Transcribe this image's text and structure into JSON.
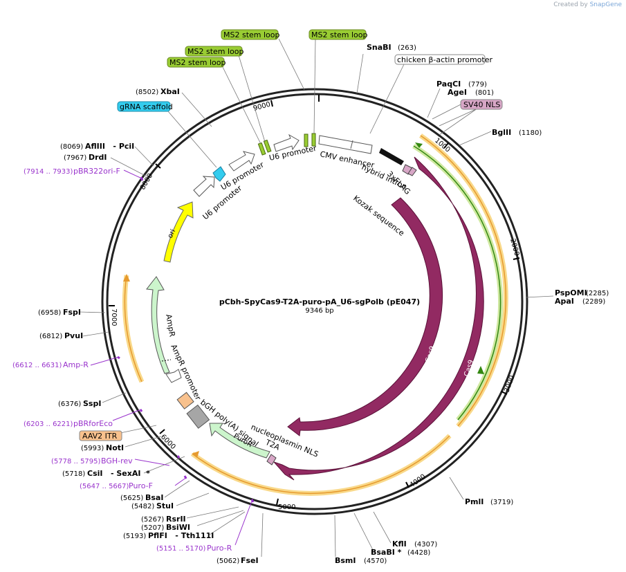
{
  "title": "pCbh-SpyCas9-T2A-puro-pA_U6-sgPolb (pE047)",
  "length_label": "9346 bp",
  "credit": {
    "prefix": "Created by",
    "brand": "SnapGene"
  },
  "colors": {
    "cas9": "#922a62",
    "promoter": "#ffffff",
    "ori": "#ffff00",
    "ampr": "#ccf5cc",
    "puror": "#ccf5cc",
    "bgh": "#a6a6a6",
    "itr": "#f8c18d",
    "ms2": "#99cc33",
    "scaffold": "#33ccee",
    "flag": "#d7a6c6",
    "primer": "#9933cc",
    "orange_track": "#ee9933"
  },
  "features": [
    {
      "label": "CMV enhancer"
    },
    {
      "label": "chicken β-actin promoter"
    },
    {
      "label": "hybrid intron"
    },
    {
      "label": "Kozak sequence"
    },
    {
      "label": "3xFLAG"
    },
    {
      "label": "SV40 NLS"
    },
    {
      "label": "Cas9"
    },
    {
      "label": "Cas9"
    },
    {
      "label": "nucleoplasmin NLS"
    },
    {
      "label": "T2A"
    },
    {
      "label": "PuroR"
    },
    {
      "label": "bGH poly(A) signal"
    },
    {
      "label": "AmpR promoter"
    },
    {
      "label": "AmpR"
    },
    {
      "label": "ori"
    },
    {
      "label": "U6 promoter"
    },
    {
      "label": "U6 promoter"
    },
    {
      "label": "U6 promoter"
    },
    {
      "label": "gRNA scaffold"
    },
    {
      "label": "MS2 stem loop"
    },
    {
      "label": "MS2 stem loop"
    },
    {
      "label": "MS2 stem loop"
    },
    {
      "label": "MS2 stem loop"
    },
    {
      "label": "AAV2 ITR"
    }
  ],
  "ticks": [
    "1000",
    "2000",
    "3000",
    "4000",
    "5000",
    "6000",
    "7000",
    "8000",
    "9000"
  ],
  "enzymes": [
    {
      "name": "SnaBI",
      "pos": "(263)"
    },
    {
      "name": "PaqCI",
      "pos": "(779)"
    },
    {
      "name": "AgeI",
      "pos": "(801)"
    },
    {
      "name": "BglII",
      "pos": "(1180)"
    },
    {
      "name": "PspOMI",
      "pos": "(2285)"
    },
    {
      "name": "ApaI",
      "pos": "(2289)"
    },
    {
      "name": "PmlI",
      "pos": "(3719)"
    },
    {
      "name": "KflI",
      "pos": "(4307)"
    },
    {
      "name": "BsaBI  *",
      "pos": "(4428)"
    },
    {
      "name": "BsmI",
      "pos": "(4570)"
    },
    {
      "name": "FseI",
      "pos": "(5062)"
    },
    {
      "name": "PflFI   - Tth111I",
      "pos": "(5193)"
    },
    {
      "name": "BsiWI",
      "pos": "(5207)"
    },
    {
      "name": "RsrII",
      "pos": "(5267)"
    },
    {
      "name": "StuI",
      "pos": "(5482)"
    },
    {
      "name": "BsaI",
      "pos": "(5625)"
    },
    {
      "name": "CsiI   - SexAI  *",
      "pos": "(5718)"
    },
    {
      "name": "NotI",
      "pos": "(5993)"
    },
    {
      "name": "SspI",
      "pos": "(6376)"
    },
    {
      "name": "PvuI",
      "pos": "(6812)"
    },
    {
      "name": "FspI",
      "pos": "(6958)"
    },
    {
      "name": "DrdI",
      "pos": "(7967)"
    },
    {
      "name": "AflIII   - PciI",
      "pos": "(8069)"
    },
    {
      "name": "XbaI",
      "pos": "(8502)"
    }
  ],
  "primers": [
    {
      "name": "Puro-R",
      "range": "(5151 .. 5170)"
    },
    {
      "name": "Puro-F",
      "range": "(5647 .. 5667)"
    },
    {
      "name": "BGH-rev",
      "range": "(5778 .. 5795)"
    },
    {
      "name": "pBRforEco",
      "range": "(6203 .. 6221)"
    },
    {
      "name": "Amp-R",
      "range": "(6612 .. 6631)"
    },
    {
      "name": "pBR322ori-F",
      "range": "(7914 .. 7933)"
    }
  ]
}
